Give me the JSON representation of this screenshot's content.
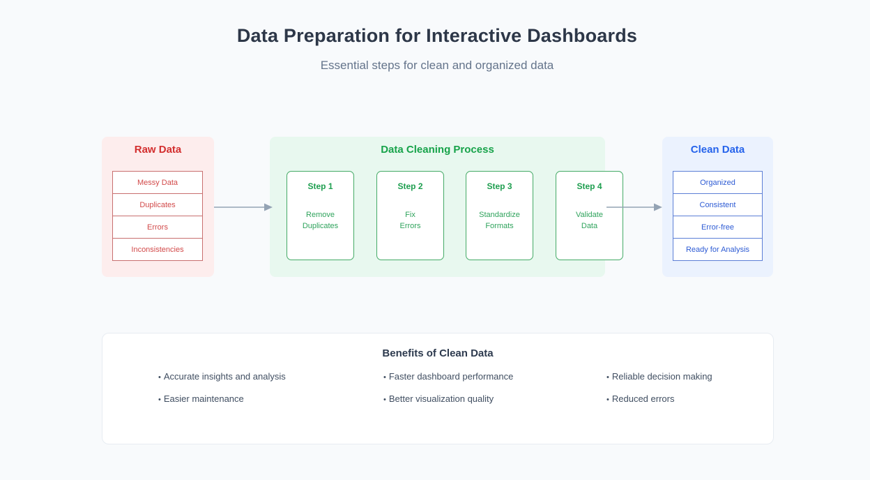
{
  "page": {
    "title": "Data Preparation for Interactive Dashboards",
    "subtitle": "Essential steps for clean and organized data"
  },
  "colors": {
    "page_background": "#f8fafc",
    "title_text": "#2d3748",
    "subtitle_text": "#64748b",
    "raw_accent": "#d32f2f",
    "raw_panel_background": "#fdeded",
    "cleaning_accent": "#17a34a",
    "cleaning_panel_background": "#e8f8ef",
    "clean_accent": "#2563eb",
    "clean_panel_background": "#ebf2fe",
    "arrow": "#94a3b4"
  },
  "raw_data": {
    "title": "Raw Data",
    "items": [
      "Messy Data",
      "Duplicates",
      "Errors",
      "Inconsistencies"
    ]
  },
  "cleaning": {
    "title": "Data Cleaning Process",
    "steps": [
      {
        "label": "Step 1",
        "desc_line1": "Remove",
        "desc_line2": "Duplicates"
      },
      {
        "label": "Step 2",
        "desc_line1": "Fix",
        "desc_line2": "Errors"
      },
      {
        "label": "Step 3",
        "desc_line1": "Standardize",
        "desc_line2": "Formats"
      },
      {
        "label": "Step 4",
        "desc_line1": "Validate",
        "desc_line2": "Data"
      }
    ]
  },
  "clean_data": {
    "title": "Clean Data",
    "items": [
      "Organized",
      "Consistent",
      "Error-free",
      "Ready for Analysis"
    ]
  },
  "benefits": {
    "title": "Benefits of Clean Data",
    "bullet": "•",
    "columns": [
      [
        "Accurate insights and analysis",
        "Easier maintenance"
      ],
      [
        "Faster dashboard performance",
        "Better visualization quality"
      ],
      [
        "Reliable decision making",
        "Reduced errors"
      ]
    ]
  }
}
